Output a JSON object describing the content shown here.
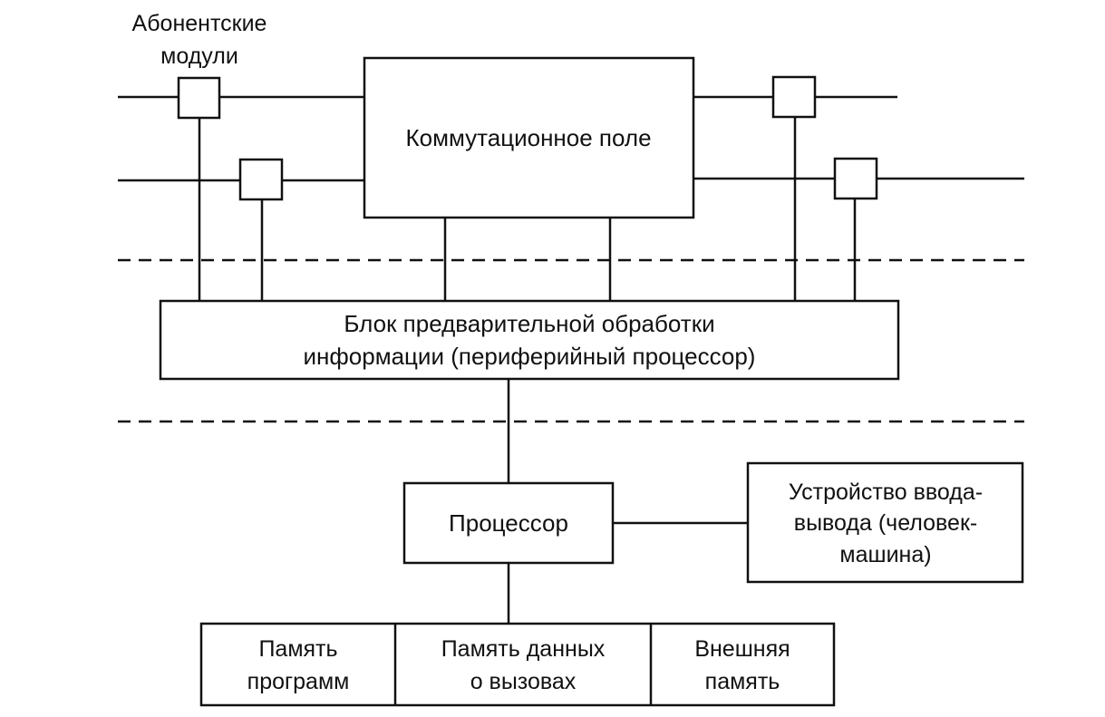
{
  "subscriber_modules_label": [
    "Абонентские",
    "модули"
  ],
  "switching_field": "Коммутационное поле",
  "preprocessing_block": [
    "Блок предварительной обработки",
    "информации (периферийный процессор)"
  ],
  "processor": "Процессор",
  "io_device": [
    "Устройство ввода-",
    "вывода (человек-",
    "машина)"
  ],
  "memory": {
    "program": [
      "Память",
      "программ"
    ],
    "call_data": [
      "Память данных",
      "о вызовах"
    ],
    "external": [
      "Внешняя",
      "память"
    ]
  },
  "colors": {
    "line": "#111111",
    "background": "#ffffff"
  }
}
